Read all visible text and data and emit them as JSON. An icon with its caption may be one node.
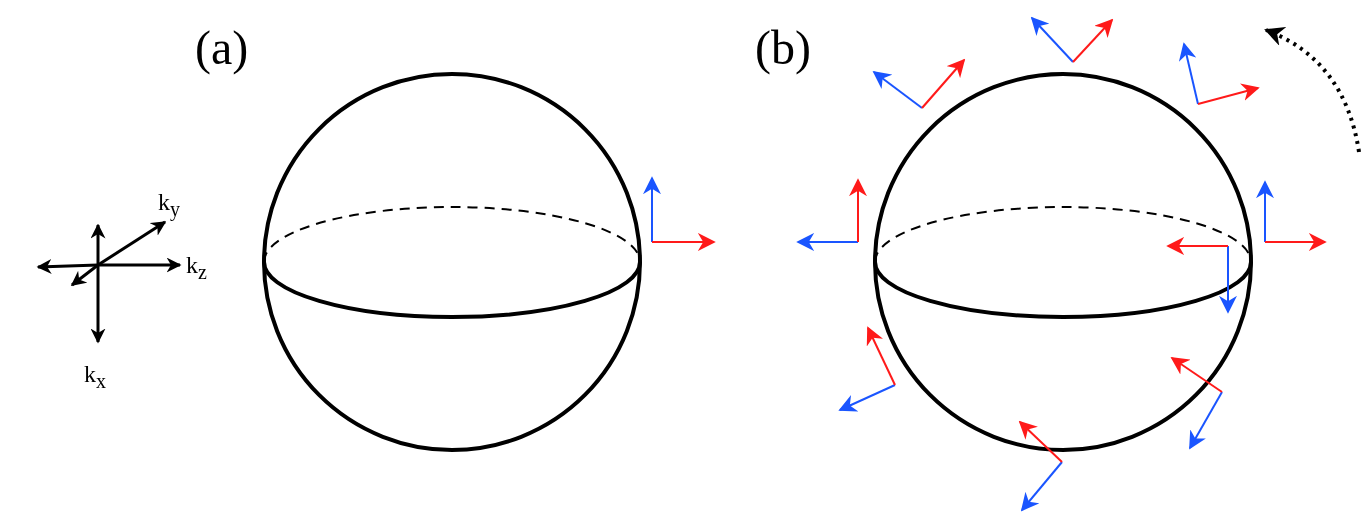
{
  "diagram": {
    "labels": [
      "(a)",
      "(b)",
      "k$_{y}$",
      "k$_{z}$",
      "k$_{x}$"
    ]
  }
}
